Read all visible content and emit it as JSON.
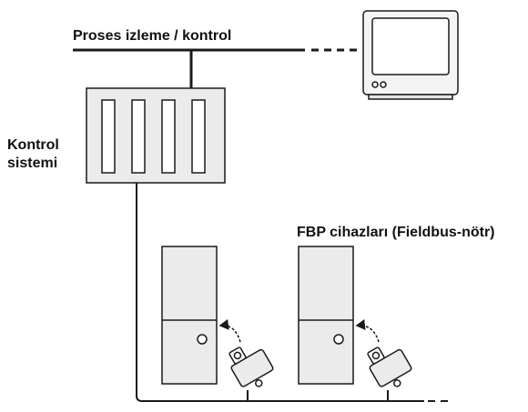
{
  "labels": {
    "bus": "Proses izleme / kontrol",
    "control_line1": "Kontrol",
    "control_line2": "sistemi",
    "devices": "FBP cihazları (Fieldbus-nötr)"
  },
  "colors": {
    "line": "#1a1a1a",
    "device_fill": "#ebebeb",
    "monitor_fill": "#ffffff",
    "background": "#ffffff"
  },
  "icons": {
    "workstation": "monitor-icon",
    "controller": "plc-rack-icon",
    "device": "field-device-icon",
    "connector": "fbp-connector-icon"
  }
}
